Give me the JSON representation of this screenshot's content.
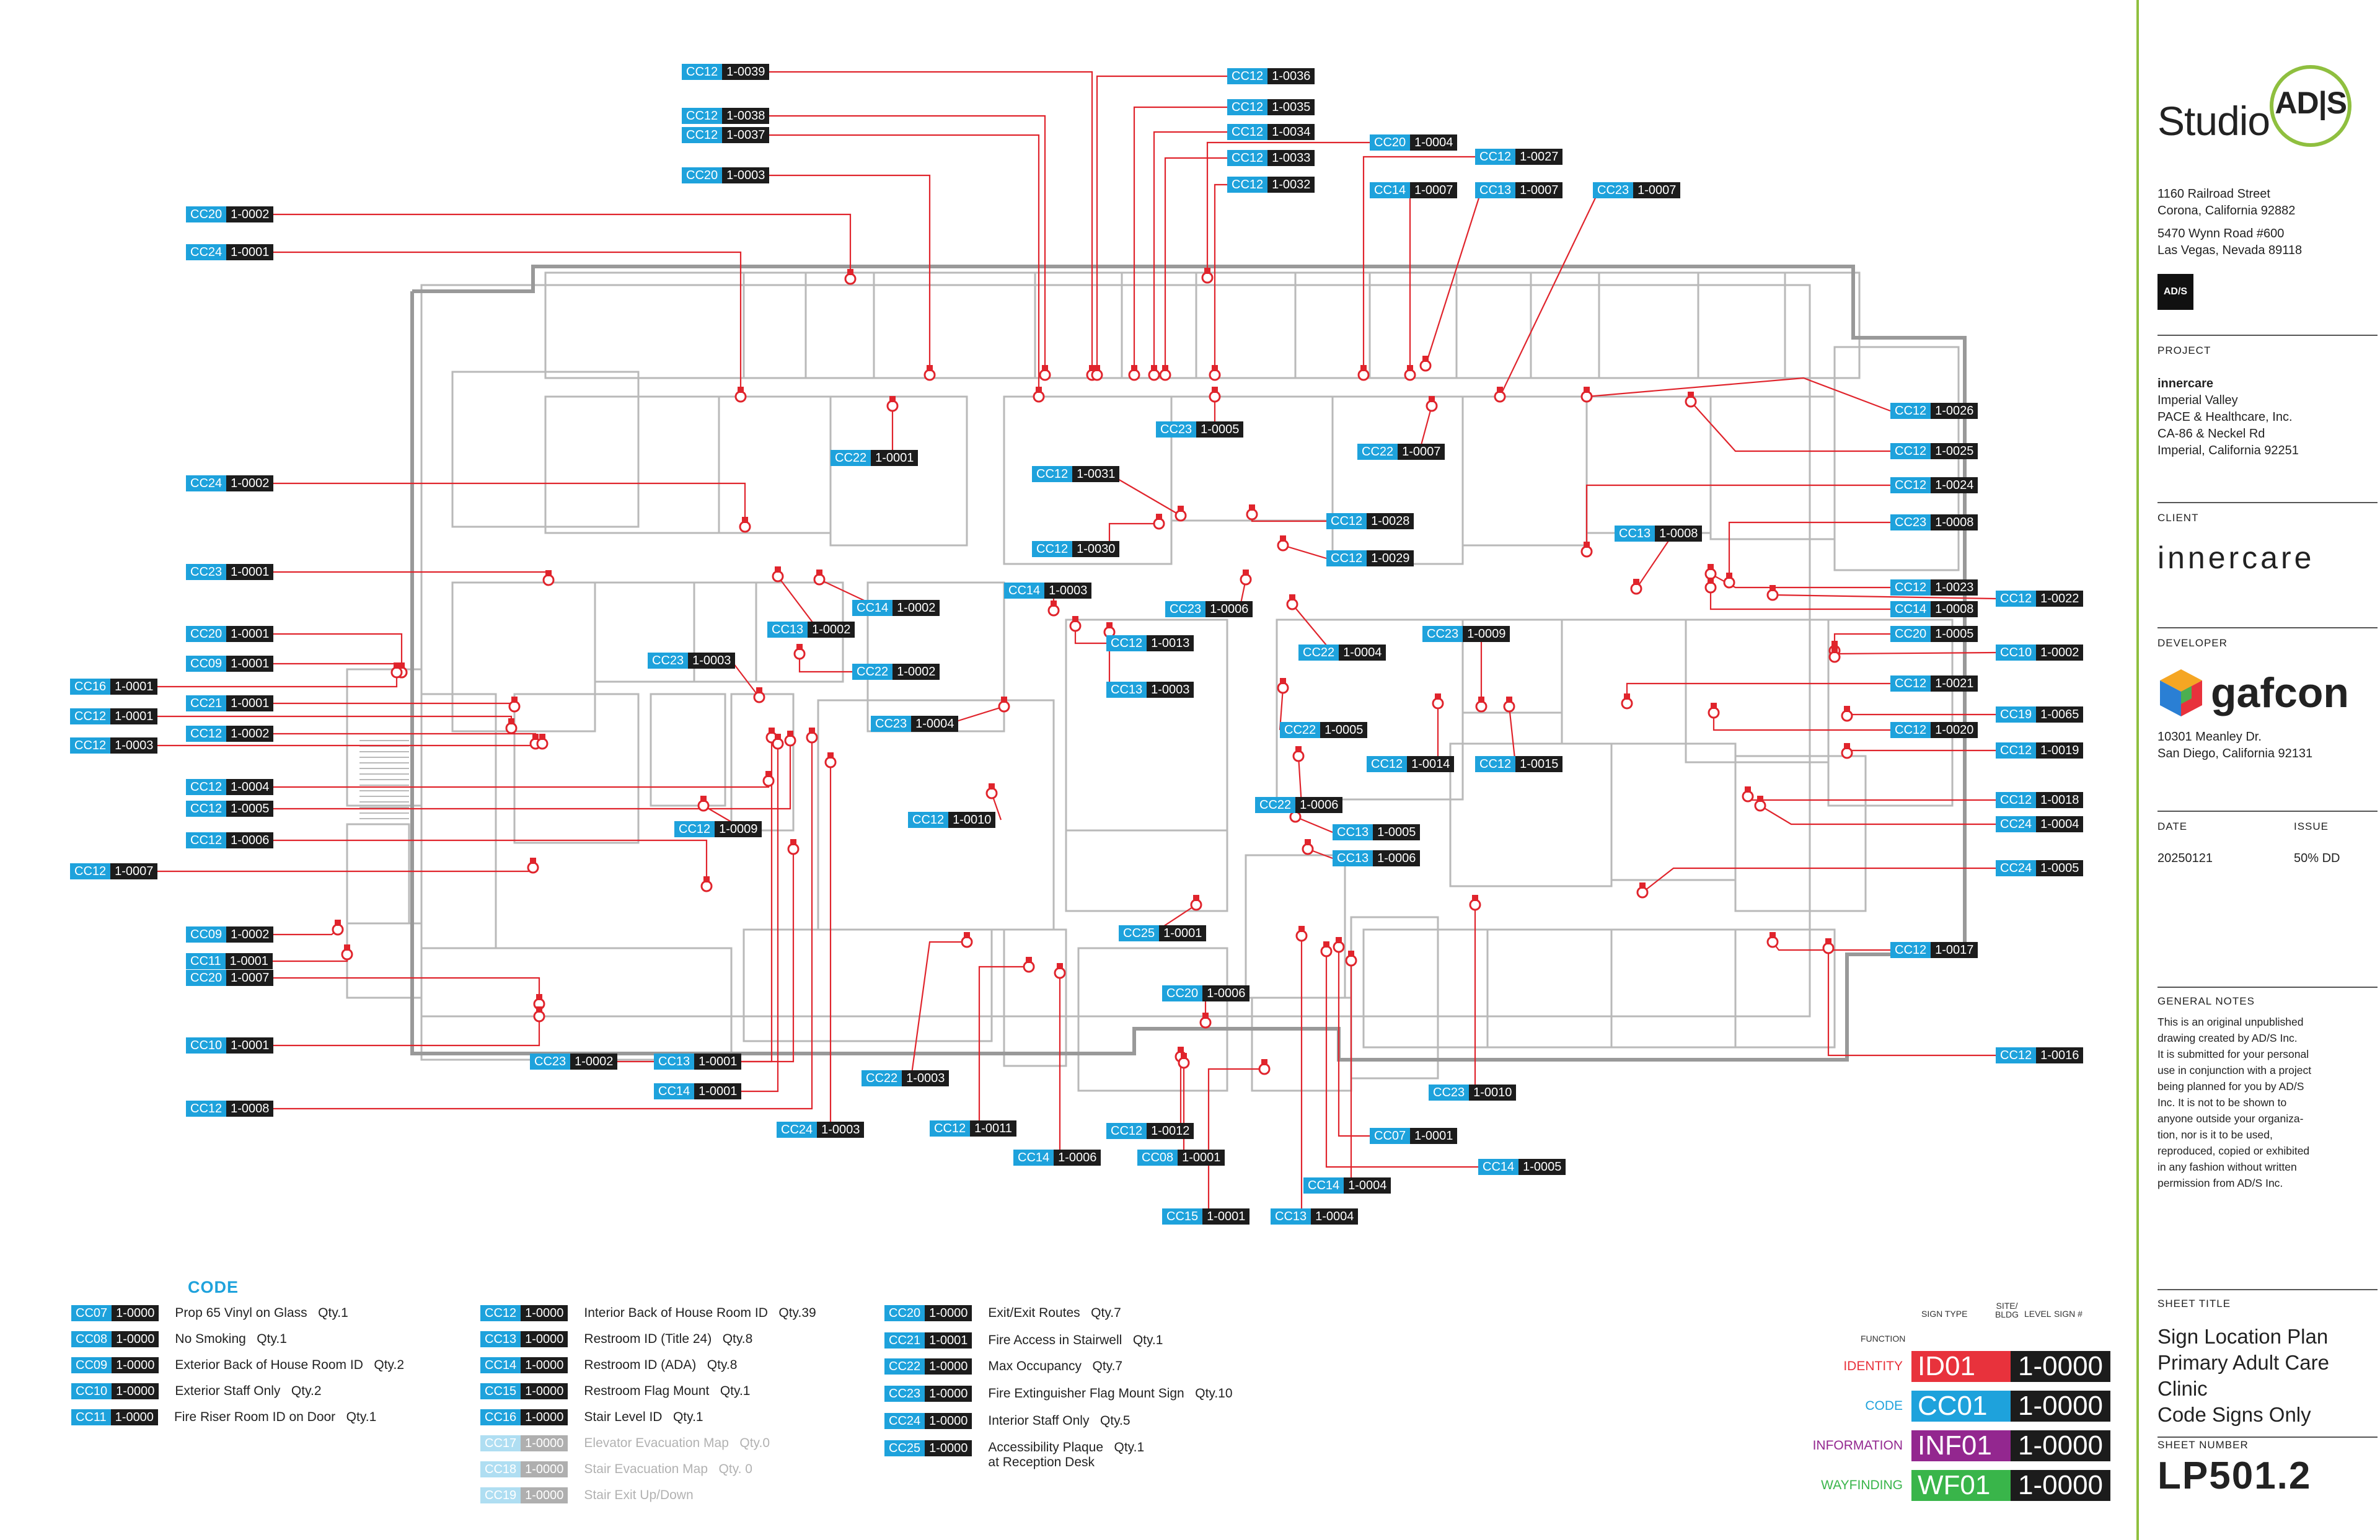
{
  "tags": [
    {
      "code": "CC12",
      "num": "1-0039"
    },
    {
      "code": "CC12",
      "num": "1-0036"
    },
    {
      "code": "CC12",
      "num": "1-0038"
    },
    {
      "code": "CC12",
      "num": "1-0035"
    },
    {
      "code": "CC12",
      "num": "1-0037"
    },
    {
      "code": "CC12",
      "num": "1-0034"
    },
    {
      "code": "CC20",
      "num": "1-0004"
    },
    {
      "code": "CC12",
      "num": "1-0033"
    },
    {
      "code": "CC12",
      "num": "1-0027"
    },
    {
      "code": "CC20",
      "num": "1-0003"
    },
    {
      "code": "CC12",
      "num": "1-0032"
    },
    {
      "code": "CC14",
      "num": "1-0007"
    },
    {
      "code": "CC13",
      "num": "1-0007"
    },
    {
      "code": "CC23",
      "num": "1-0007"
    },
    {
      "code": "CC20",
      "num": "1-0002"
    },
    {
      "code": "CC24",
      "num": "1-0001"
    },
    {
      "code": "CC12",
      "num": "1-0026"
    },
    {
      "code": "CC23",
      "num": "1-0005"
    },
    {
      "code": "CC22",
      "num": "1-0001"
    },
    {
      "code": "CC22",
      "num": "1-0007"
    },
    {
      "code": "CC12",
      "num": "1-0025"
    },
    {
      "code": "CC12",
      "num": "1-0031"
    },
    {
      "code": "CC24",
      "num": "1-0002"
    },
    {
      "code": "CC12",
      "num": "1-0024"
    },
    {
      "code": "CC12",
      "num": "1-0028"
    },
    {
      "code": "CC23",
      "num": "1-0008"
    },
    {
      "code": "CC13",
      "num": "1-0008"
    },
    {
      "code": "CC12",
      "num": "1-0030"
    },
    {
      "code": "CC12",
      "num": "1-0029"
    },
    {
      "code": "CC23",
      "num": "1-0001"
    },
    {
      "code": "CC14",
      "num": "1-0003"
    },
    {
      "code": "CC12",
      "num": "1-0023"
    },
    {
      "code": "CC12",
      "num": "1-0022"
    },
    {
      "code": "CC14",
      "num": "1-0002"
    },
    {
      "code": "CC23",
      "num": "1-0006"
    },
    {
      "code": "CC14",
      "num": "1-0008"
    },
    {
      "code": "CC13",
      "num": "1-0002"
    },
    {
      "code": "CC20",
      "num": "1-0005"
    },
    {
      "code": "CC20",
      "num": "1-0001"
    },
    {
      "code": "CC23",
      "num": "1-0009"
    },
    {
      "code": "CC12",
      "num": "1-0013"
    },
    {
      "code": "CC10",
      "num": "1-0002"
    },
    {
      "code": "CC09",
      "num": "1-0001"
    },
    {
      "code": "CC23",
      "num": "1-0003"
    },
    {
      "code": "CC22",
      "num": "1-0004"
    },
    {
      "code": "CC22",
      "num": "1-0002"
    },
    {
      "code": "CC12",
      "num": "1-0021"
    },
    {
      "code": "CC16",
      "num": "1-0001"
    },
    {
      "code": "CC13",
      "num": "1-0003"
    },
    {
      "code": "CC21",
      "num": "1-0001"
    },
    {
      "code": "CC23",
      "num": "1-0004"
    },
    {
      "code": "CC19",
      "num": "1-0065"
    },
    {
      "code": "CC12",
      "num": "1-0001"
    },
    {
      "code": "CC12",
      "num": "1-0020"
    },
    {
      "code": "CC12",
      "num": "1-0002"
    },
    {
      "code": "CC22",
      "num": "1-0005"
    },
    {
      "code": "CC12",
      "num": "1-0003"
    },
    {
      "code": "CC12",
      "num": "1-0019"
    },
    {
      "code": "CC12",
      "num": "1-0014"
    },
    {
      "code": "CC12",
      "num": "1-0015"
    },
    {
      "code": "CC12",
      "num": "1-0004"
    },
    {
      "code": "CC12",
      "num": "1-0005"
    },
    {
      "code": "CC22",
      "num": "1-0006"
    },
    {
      "code": "CC12",
      "num": "1-0018"
    },
    {
      "code": "CC12",
      "num": "1-0010"
    },
    {
      "code": "CC24",
      "num": "1-0004"
    },
    {
      "code": "CC12",
      "num": "1-0009"
    },
    {
      "code": "CC13",
      "num": "1-0005"
    },
    {
      "code": "CC12",
      "num": "1-0006"
    },
    {
      "code": "CC13",
      "num": "1-0006"
    },
    {
      "code": "CC12",
      "num": "1-0007"
    },
    {
      "code": "CC24",
      "num": "1-0005"
    },
    {
      "code": "CC09",
      "num": "1-0002"
    },
    {
      "code": "CC25",
      "num": "1-0001"
    },
    {
      "code": "CC12",
      "num": "1-0017"
    },
    {
      "code": "CC11",
      "num": "1-0001"
    },
    {
      "code": "CC20",
      "num": "1-0007"
    },
    {
      "code": "CC20",
      "num": "1-0006"
    },
    {
      "code": "CC10",
      "num": "1-0001"
    },
    {
      "code": "CC12",
      "num": "1-0016"
    },
    {
      "code": "CC23",
      "num": "1-0002"
    },
    {
      "code": "CC13",
      "num": "1-0001"
    },
    {
      "code": "CC22",
      "num": "1-0003"
    },
    {
      "code": "CC23",
      "num": "1-0010"
    },
    {
      "code": "CC14",
      "num": "1-0001"
    },
    {
      "code": "CC12",
      "num": "1-0008"
    },
    {
      "code": "CC24",
      "num": "1-0003"
    },
    {
      "code": "CC12",
      "num": "1-0011"
    },
    {
      "code": "CC07",
      "num": "1-0001"
    },
    {
      "code": "CC14",
      "num": "1-0006"
    },
    {
      "code": "CC12",
      "num": "1-0012"
    },
    {
      "code": "CC08",
      "num": "1-0001"
    },
    {
      "code": "CC14",
      "num": "1-0005"
    },
    {
      "code": "CC14",
      "num": "1-0004"
    },
    {
      "code": "CC15",
      "num": "1-0001"
    },
    {
      "code": "CC13",
      "num": "1-0004"
    }
  ],
  "legend": {
    "heading": "CODE",
    "items": [
      {
        "code": "CC07",
        "num": "1-0000",
        "desc": "Prop 65 Vinyl on Glass   Qty.1",
        "dim": false
      },
      {
        "code": "CC08",
        "num": "1-0000",
        "desc": "No Smoking   Qty.1",
        "dim": false
      },
      {
        "code": "CC09",
        "num": "1-0000",
        "desc": "Exterior Back of House Room ID   Qty.2",
        "dim": false
      },
      {
        "code": "CC10",
        "num": "1-0000",
        "desc": "Exterior Staff Only   Qty.2",
        "dim": false
      },
      {
        "code": "CC11",
        "num": "1-0000",
        "desc": "Fire Riser Room ID on Door   Qty.1",
        "dim": false
      },
      {
        "code": "CC12",
        "num": "1-0000",
        "desc": "Interior Back of House Room ID   Qty.39",
        "dim": false
      },
      {
        "code": "CC13",
        "num": "1-0000",
        "desc": "Restroom ID (Title 24)   Qty.8",
        "dim": false
      },
      {
        "code": "CC14",
        "num": "1-0000",
        "desc": "Restroom ID (ADA)   Qty.8",
        "dim": false
      },
      {
        "code": "CC15",
        "num": "1-0000",
        "desc": "Restroom Flag Mount   Qty.1",
        "dim": false
      },
      {
        "code": "CC16",
        "num": "1-0000",
        "desc": "Stair Level ID   Qty.1",
        "dim": false
      },
      {
        "code": "CC17",
        "num": "1-0000",
        "desc": "Elevator Evacuation Map   Qty.0",
        "dim": true
      },
      {
        "code": "CC18",
        "num": "1-0000",
        "desc": "Stair Evacuation Map   Qty. 0",
        "dim": true
      },
      {
        "code": "CC19",
        "num": "1-0000",
        "desc": "Stair Exit Up/Down",
        "dim": true
      },
      {
        "code": "CC20",
        "num": "1-0000",
        "desc": "Exit/Exit Routes   Qty.7",
        "dim": false
      },
      {
        "code": "CC21",
        "num": "1-0001",
        "desc": "Fire Access in Stairwell   Qty.1",
        "dim": false
      },
      {
        "code": "CC22",
        "num": "1-0000",
        "desc": "Max Occupancy   Qty.7",
        "dim": false
      },
      {
        "code": "CC23",
        "num": "1-0000",
        "desc": "Fire Extinguisher Flag Mount Sign   Qty.10",
        "dim": false
      },
      {
        "code": "CC24",
        "num": "1-0000",
        "desc": "Interior Staff Only   Qty.5",
        "dim": false
      },
      {
        "code": "CC25",
        "num": "1-0000",
        "desc": "Accessibility Plaque   Qty.1",
        "desc2": "at Reception Desk",
        "dim": false
      }
    ]
  },
  "function_key": {
    "header_labels": [
      "FUNCTION",
      "SIGN TYPE",
      "SITE/ BLDG",
      "LEVEL",
      "SIGN #"
    ],
    "rows": [
      {
        "label": "IDENTITY",
        "code": "ID01",
        "num": "1-0000",
        "color": "#e8323c"
      },
      {
        "label": "CODE",
        "code": "CC01",
        "num": "1-0000",
        "color": "#1ea2dc"
      },
      {
        "label": "INFORMATION",
        "code": "INF01",
        "num": "1-0000",
        "color": "#93278f"
      },
      {
        "label": "WAYFINDING",
        "code": "WF01",
        "num": "1-0000",
        "color": "#39b54a"
      }
    ]
  },
  "title_block": {
    "logo_text": "Studio",
    "logo_mark": "AD|S",
    "address1": [
      "1160 Railroad Street",
      "Corona, California 92882"
    ],
    "address2": [
      "5470 Wynn Road #600",
      "Las Vegas, Nevada 89118"
    ],
    "small_logo": "AD/S",
    "project_label": "PROJECT",
    "project_name": "innercare",
    "project_lines": [
      "Imperial Valley",
      "PACE & Healthcare, Inc.",
      "CA-86 & Neckel Rd",
      "Imperial, California 92251"
    ],
    "client_label": "CLIENT",
    "client_name": "innercare",
    "developer_label": "DEVELOPER",
    "developer_name": "gafcon",
    "developer_lines": [
      "10301 Meanley Dr.",
      "San Diego, California 92131"
    ],
    "date_label": "DATE",
    "issue_label": "ISSUE",
    "date": "20250121",
    "issue": "50% DD",
    "notes_label": "GENERAL NOTES",
    "notes": [
      "This is an original unpublished",
      "drawing created by AD/S Inc.",
      "It is submitted for your personal",
      "use in conjunction with a project",
      "being planned for you by AD/S",
      "Inc. It is not to be shown to",
      "anyone outside your organiza-",
      "tion, nor is it to be used,",
      "reproduced, copied or exhibited",
      "in any fashion without written",
      "permission from AD/S Inc."
    ],
    "sheet_title_label": "SHEET TITLE",
    "sheet_title": [
      "Sign Location Plan",
      "Primary Adult Care",
      "Clinic",
      "Code Signs Only"
    ],
    "sheet_number_label": "SHEET NUMBER",
    "sheet_number": "LP501.2"
  },
  "colors": {
    "code_blue": "#1ea2dc",
    "leader_red": "#e0242c",
    "title_accent": "#8fbf3f"
  }
}
